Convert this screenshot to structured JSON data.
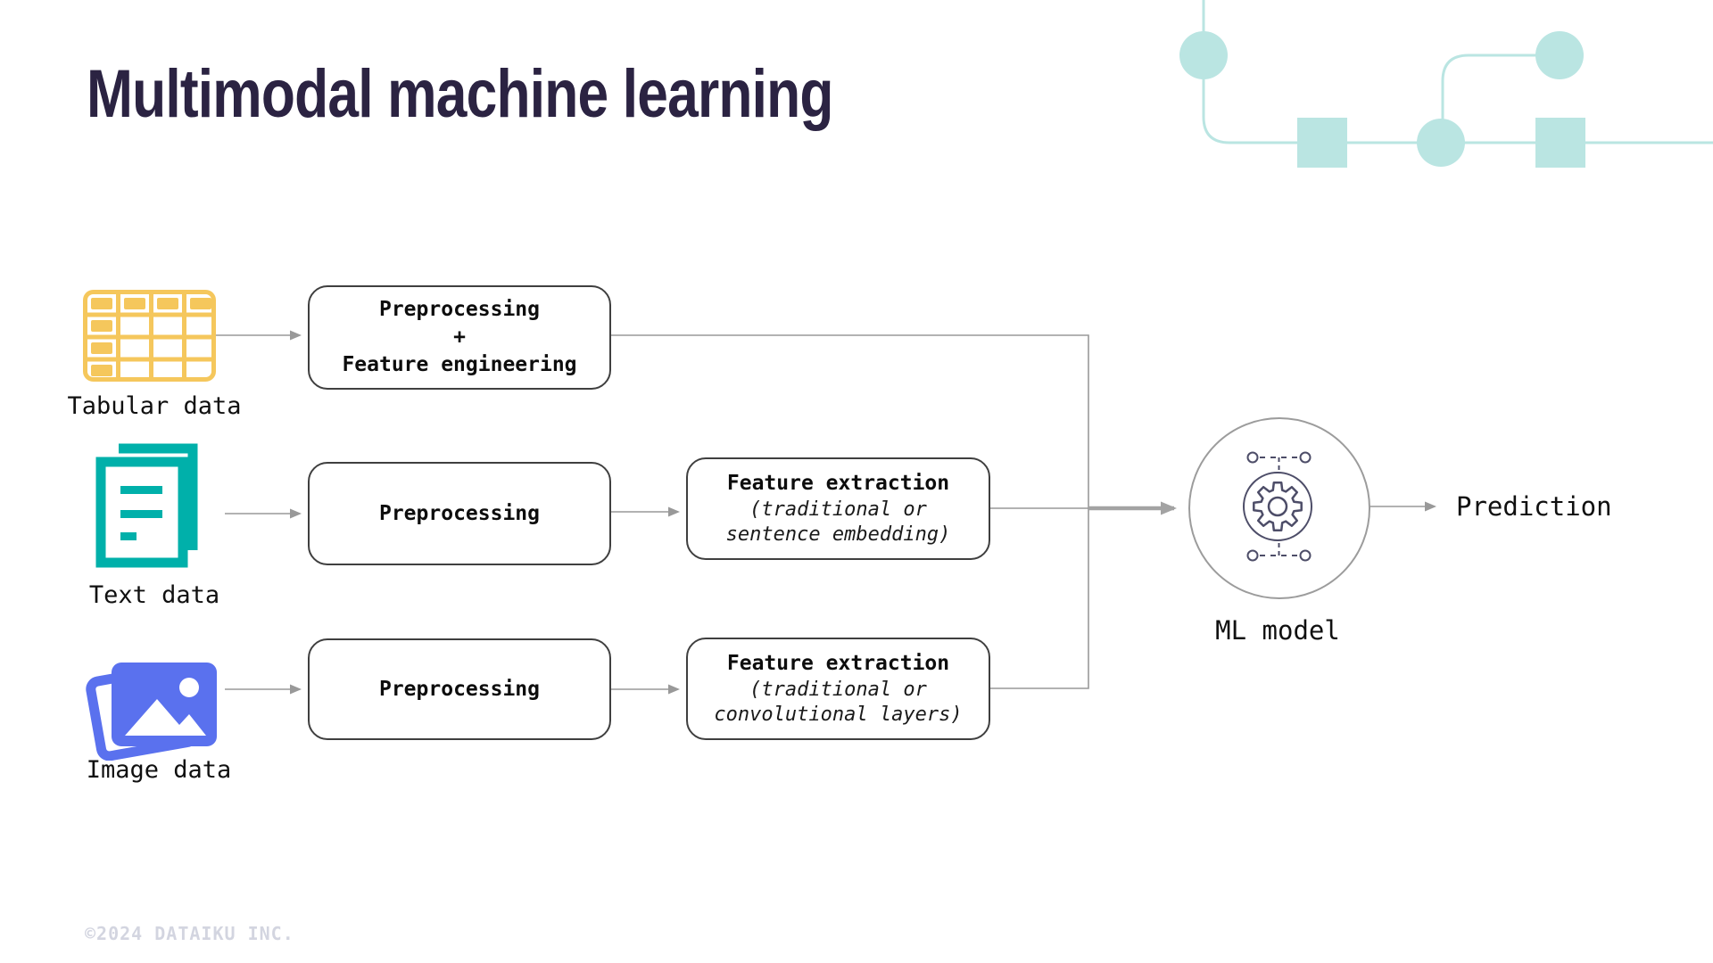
{
  "title": "Multimodal machine learning",
  "footer": "©2024 DATAIKU INC.",
  "colors": {
    "title_navy": "#2B2342",
    "decor_teal": "#BAE5E2",
    "table_icon_yellow": "#F5C75C",
    "document_icon_teal": "#00B0AA",
    "photo_icon_blue": "#5A71EE",
    "arrow_gray": "#999999",
    "box_border_gray": "#3F3F3F",
    "model_icon_navy": "#4D4D68",
    "footer_gray": "#D3D5E0"
  },
  "icons": {
    "tabular": "table-grid-icon",
    "text": "document-lines-icon",
    "image": "photo-icon",
    "model": "gear-pipeline-icon",
    "decoration": "flow-pipeline-decoration"
  },
  "flow": {
    "tabular": {
      "label": "Tabular data",
      "box_line1": "Preprocessing",
      "box_line2": "+",
      "box_line3": "Feature engineering"
    },
    "text": {
      "label": "Text data",
      "prep": "Preprocessing",
      "extract_title": "Feature extraction",
      "extract_sub1": "(traditional or",
      "extract_sub2": "sentence embedding)"
    },
    "image": {
      "label": "Image data",
      "prep": "Preprocessing",
      "extract_title": "Feature extraction",
      "extract_sub1": "(traditional or",
      "extract_sub2": "convolutional layers)"
    },
    "model_label": "ML model",
    "output_label": "Prediction"
  }
}
